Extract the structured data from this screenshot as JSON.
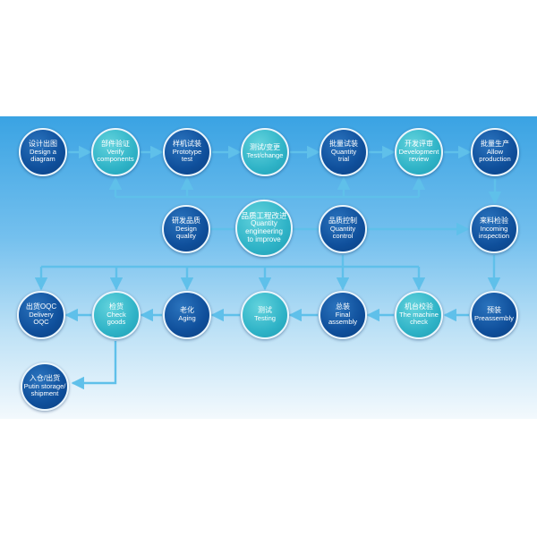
{
  "nodes": [
    {
      "id": "design-a-diagram",
      "zh": "设计出图",
      "en": [
        "Design a",
        "diagram"
      ],
      "style": "dark"
    },
    {
      "id": "verify-components",
      "zh": "部件验证",
      "en": [
        "Verify",
        "components"
      ],
      "style": "teal"
    },
    {
      "id": "prototype-test",
      "zh": "样机试装",
      "en": [
        "Prototype",
        "test"
      ],
      "style": "dark"
    },
    {
      "id": "test-change",
      "zh": "测试/变更",
      "en": [
        "Test/change"
      ],
      "style": "teal"
    },
    {
      "id": "quantity-trial",
      "zh": "批量试装",
      "en": [
        "Quantity",
        "trial"
      ],
      "style": "dark"
    },
    {
      "id": "development-review",
      "zh": "开发评审",
      "en": [
        "Development",
        "review"
      ],
      "style": "teal"
    },
    {
      "id": "allow-production",
      "zh": "批量生产",
      "en": [
        "Allow",
        "production"
      ],
      "style": "dark"
    },
    {
      "id": "design-quality",
      "zh": "研发品质",
      "en": [
        "Design",
        "quality"
      ],
      "style": "dark"
    },
    {
      "id": "quantity-engineering-to-improve",
      "zh": "品质工程改进",
      "en": [
        "Quantity",
        "engineering",
        "to improve"
      ],
      "style": "teal"
    },
    {
      "id": "quantity-control",
      "zh": "品质控制",
      "en": [
        "Quantity",
        "control"
      ],
      "style": "dark"
    },
    {
      "id": "incoming-inspection",
      "zh": "来料检验",
      "en": [
        "Incoming",
        "inspection"
      ],
      "style": "dark"
    },
    {
      "id": "delivery-oqc",
      "zh": "出货OQC",
      "en": [
        "Delivery",
        "OQC"
      ],
      "style": "dark"
    },
    {
      "id": "check-goods",
      "zh": "检货",
      "en": [
        "Check",
        "goods"
      ],
      "style": "teal"
    },
    {
      "id": "aging",
      "zh": "老化",
      "en": [
        "Aging"
      ],
      "style": "dark"
    },
    {
      "id": "testing",
      "zh": "测试",
      "en": [
        "Testing"
      ],
      "style": "teal"
    },
    {
      "id": "final-assembly",
      "zh": "总装",
      "en": [
        "Final",
        "assembly"
      ],
      "style": "dark"
    },
    {
      "id": "the-machine-check",
      "zh": "机台校验",
      "en": [
        "The machine",
        "check"
      ],
      "style": "teal"
    },
    {
      "id": "preassembly",
      "zh": "预装",
      "en": [
        "Preassembly"
      ],
      "style": "dark"
    },
    {
      "id": "putin-storage-shipment",
      "zh": "入仓/出货",
      "en": [
        "Putin storage/",
        "shipment"
      ],
      "style": "dark"
    }
  ],
  "colors": {
    "arrow": "#5fc0ea",
    "dark_node": "#0f4f9b",
    "teal_node": "#2fb3c7"
  }
}
